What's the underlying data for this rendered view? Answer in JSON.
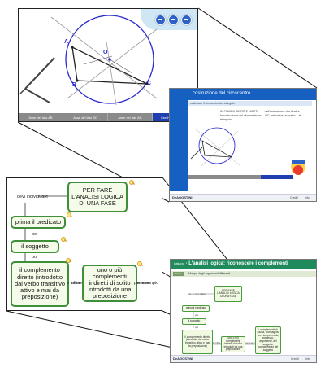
{
  "geometry_zoom": {
    "points": {
      "a": "A",
      "b": "B",
      "c": "C",
      "o": "O"
    },
    "tabs": [
      "Asse del lato AB",
      "Asse del lato BC",
      "Asse del lato AC",
      "Cerchio circoscritto"
    ]
  },
  "screenshot_geometry": {
    "title": "costruzione del circocentro",
    "subtitle": "costruisce il circocentro del triangolo",
    "text": "IN CHIARA PARTE E MATITA... ...dell'animazione che illustra la costruzione del circocentro su ...BC; seleziona un punto... al triangolo.",
    "brand": "DeAGOSTINI",
    "links": [
      "Crediti",
      "Info"
    ]
  },
  "mindmap": {
    "root": "PER FARE L'ANALISI LOGICA DI UNA FASE",
    "labels": {
      "devi_individuare": "devi individuare",
      "poi1": "poi",
      "poi2": "poi",
      "e_infine": "e infine",
      "per_esempio": "per esempio"
    },
    "nodes": {
      "predicato": "prima il predicato",
      "soggetto": "il soggetto",
      "complemento_diretto": "il complemento diretto (introdotto dal verbo transitivo attivo e mai da preposizione)",
      "complementi_indiretti": "uno o più complementi indiretti di solito introdotti da una preposizione"
    }
  },
  "screenshot_mindmap": {
    "section": "Italiano",
    "title": "L'analisi logica: riconoscere i complementi",
    "menu_label": "Menu",
    "bar_title": "Mappa degli argomenti differenti",
    "root": "PER FARE L'ANALISI LOGICA DI UNA FASE",
    "labels": {
      "devi_individuare": "devi individuare",
      "poi1": "poi",
      "poi2": "poi",
      "e_infine": "e infine",
      "per_esempio": "per esempio"
    },
    "nodes": {
      "predicato": "prima il predicato",
      "soggetto": "il soggetto",
      "complemento_diretto": "il complemento diretto (introdotto dal verbo transitivo attivo e mai da preposizione)",
      "complementi_indiretti": "uno o più complementi indiretti di solito introdotti da una preposizione",
      "esempio": "i complementi di causa, compagnia, fine, tempo, modo, possesso, argomento, del soggetto, complemento del soggetto"
    },
    "brand": "DeAGOSTINI",
    "links": [
      "Crediti",
      "Info"
    ]
  },
  "colors": {
    "accent": "#1560c0",
    "node_border": "#3f8f3a",
    "node_fill": "#f5fbe9",
    "circle": "#2a2ad0"
  }
}
